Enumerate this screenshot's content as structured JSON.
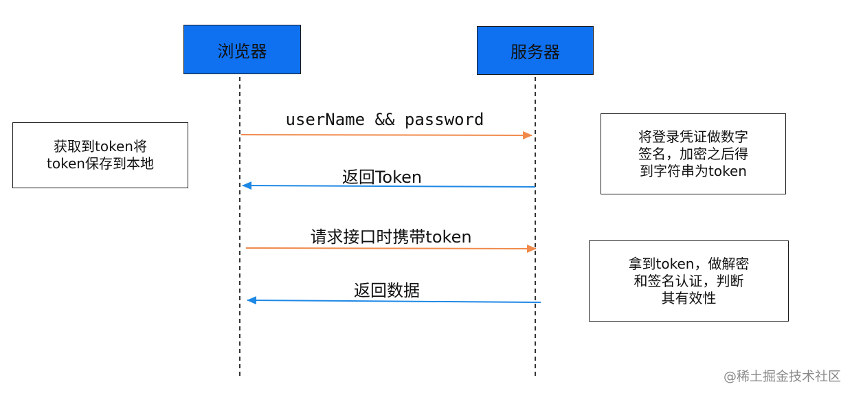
{
  "actors": {
    "browser": "浏览器",
    "server": "服务器"
  },
  "messages": [
    {
      "label": "userName && password",
      "direction": "browser-to-server",
      "color": "#F08A4B"
    },
    {
      "label": "返回Token",
      "direction": "server-to-browser",
      "color": "#1E88E5"
    },
    {
      "label": "请求接口时携带token",
      "direction": "browser-to-server",
      "color": "#F08A4B"
    },
    {
      "label": "返回数据",
      "direction": "server-to-browser",
      "color": "#1E88E5"
    }
  ],
  "notes": {
    "left": [
      "获取到token将",
      "token保存到本地"
    ],
    "right_sign": [
      "将登录凭证做数字",
      "签名，加密之后得",
      "到字符串为token"
    ],
    "right_verify": [
      "拿到token，做解密",
      "和签名认证，判断",
      "其有效性"
    ]
  },
  "colors": {
    "actor_fill": "#0F70F0",
    "request_arrow": "#F08A4B",
    "response_arrow": "#1E88E5"
  },
  "watermark": "@稀土掘金技术社区"
}
